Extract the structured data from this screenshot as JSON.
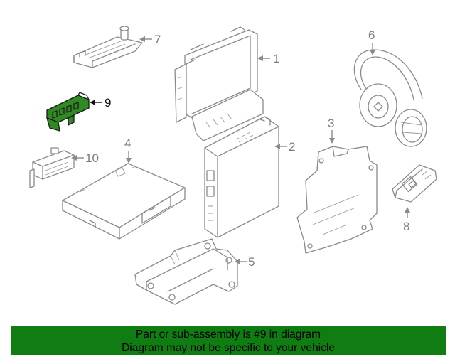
{
  "callouts": {
    "c1": "1",
    "c2": "2",
    "c3": "3",
    "c4": "4",
    "c5": "5",
    "c6": "6",
    "c7": "7",
    "c8": "8",
    "c9": "9",
    "c10": "10"
  },
  "highlight": {
    "part": "9",
    "color": "#2e8b22"
  },
  "banner": {
    "line1": "Part or sub-assembly is #9 in diagram",
    "line2": "Diagram may not be specific to your vehicle",
    "color": "#0f7d12"
  }
}
